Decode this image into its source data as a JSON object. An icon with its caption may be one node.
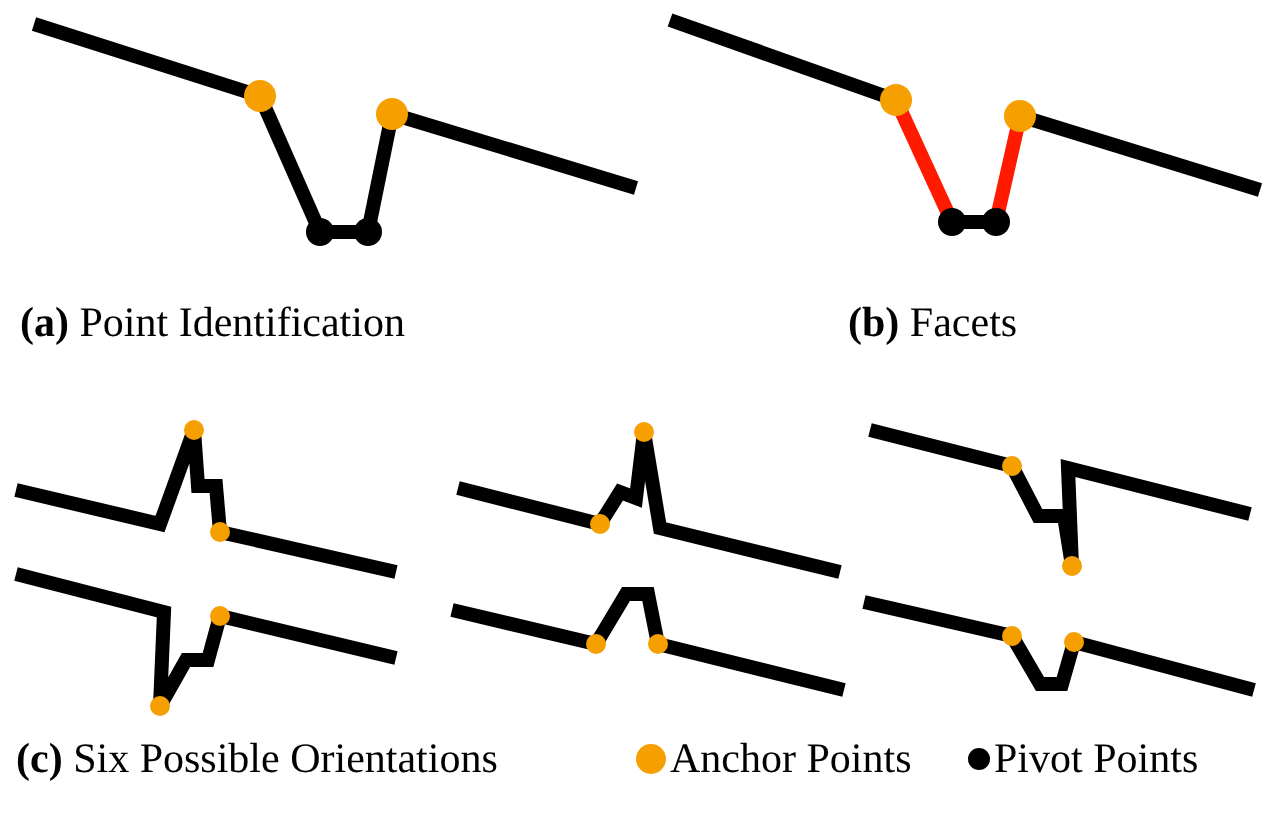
{
  "diagram": {
    "labels": [
      "**(a)** Point Identification",
      "**(b)** Facets",
      "**(c)** Six Possible Orientations"
    ],
    "legend": [
      {
        "text": "Anchor Points",
        "color": "#f5a000"
      },
      {
        "text": "Pivot Points",
        "color": "#000000"
      }
    ]
  }
}
